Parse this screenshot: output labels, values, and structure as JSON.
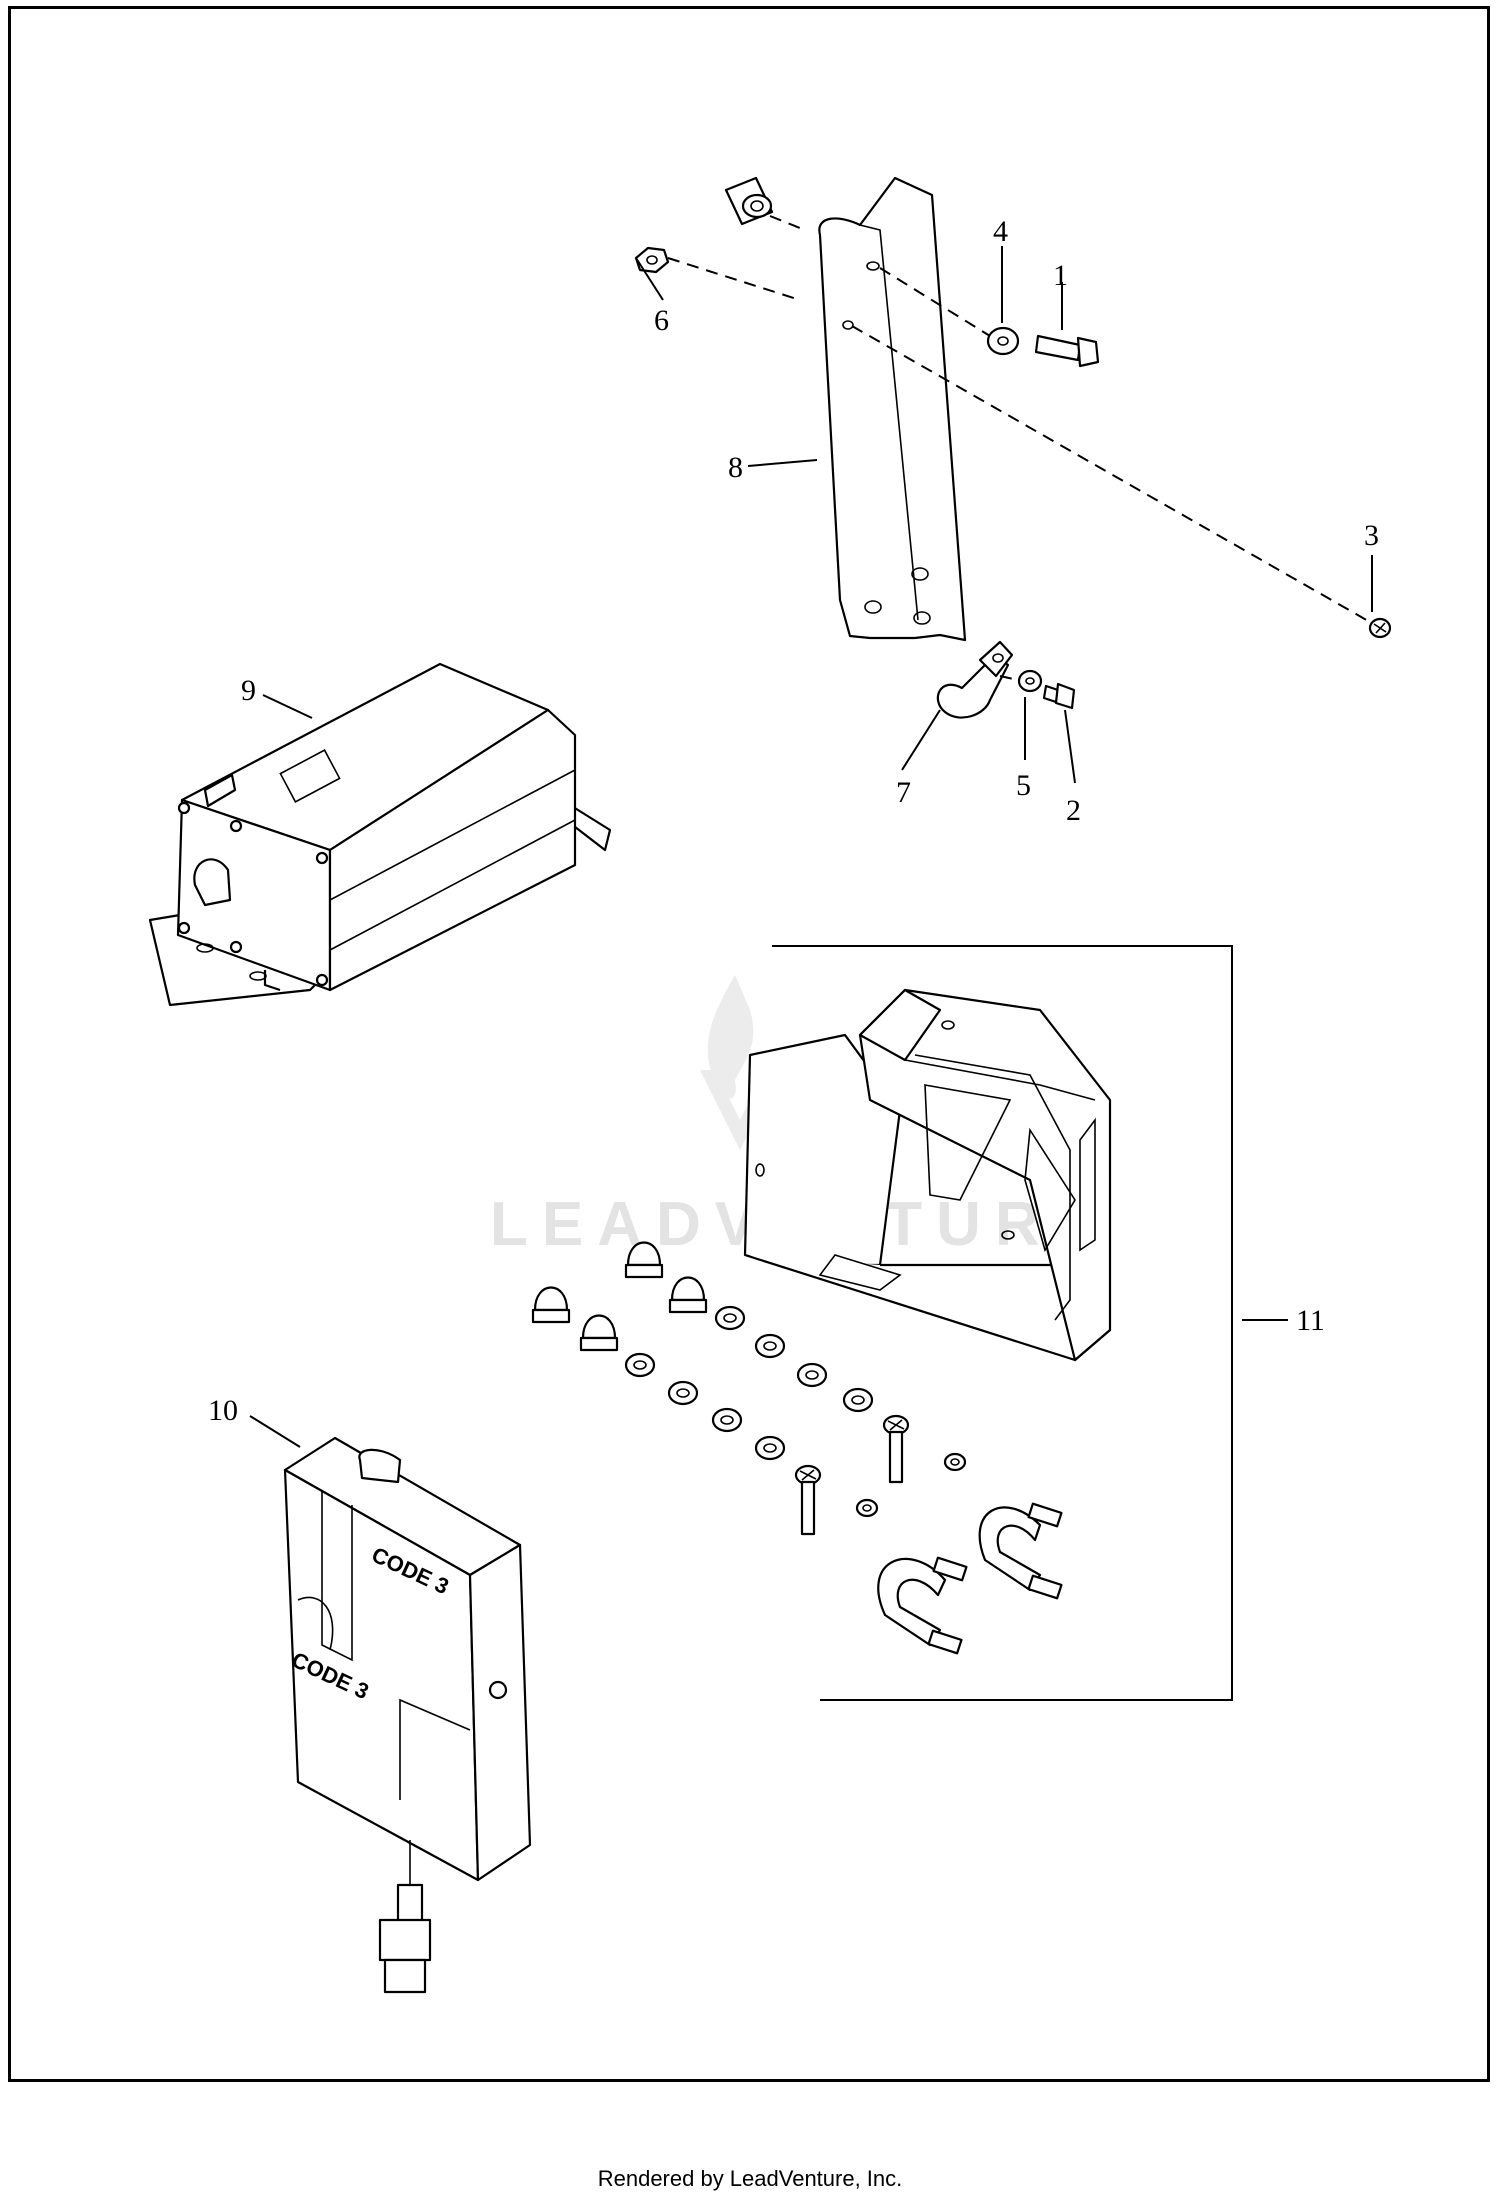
{
  "callouts": {
    "c1": "1",
    "c2": "2",
    "c3": "3",
    "c4": "4",
    "c5": "5",
    "c6": "6",
    "c7": "7",
    "c8": "8",
    "c9": "9",
    "c10": "10",
    "c11": "11"
  },
  "watermark": "LEADVENTURE",
  "module_label_1": "CODE 3",
  "module_label_2": "CODE 3",
  "footer_text": "Rendered by LeadVenture, Inc."
}
